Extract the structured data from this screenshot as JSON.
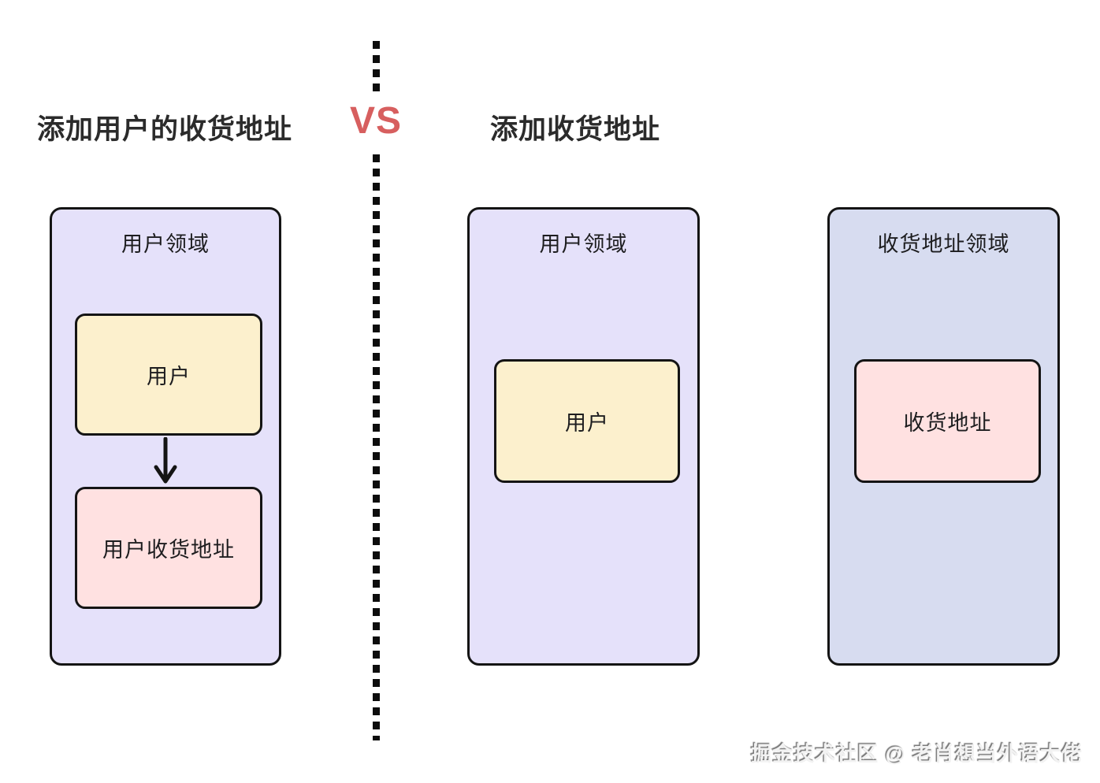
{
  "header": {
    "left_title": "添加用户的收货地址",
    "vs_label": "VS",
    "right_title": "添加收货地址"
  },
  "left_approach": {
    "domain": {
      "label": "用户领域",
      "user_box": "用户",
      "address_box": "用户收货地址"
    }
  },
  "right_approach": {
    "user_domain": {
      "label": "用户领域",
      "user_box": "用户"
    },
    "address_domain": {
      "label": "收货地址领域",
      "address_box": "收货地址"
    }
  },
  "footer": {
    "watermark": "掘金技术社区 @ 老肖想当外语大佬"
  },
  "colors": {
    "domain_lavender": "#e5e1fa",
    "domain_blue": "#d7dcf0",
    "entity_yellow": "#fcf0cd",
    "entity_pink": "#ffe1e1",
    "outline": "#141414",
    "vs_red": "#d75f5f",
    "title_text": "#2b2b2b"
  }
}
